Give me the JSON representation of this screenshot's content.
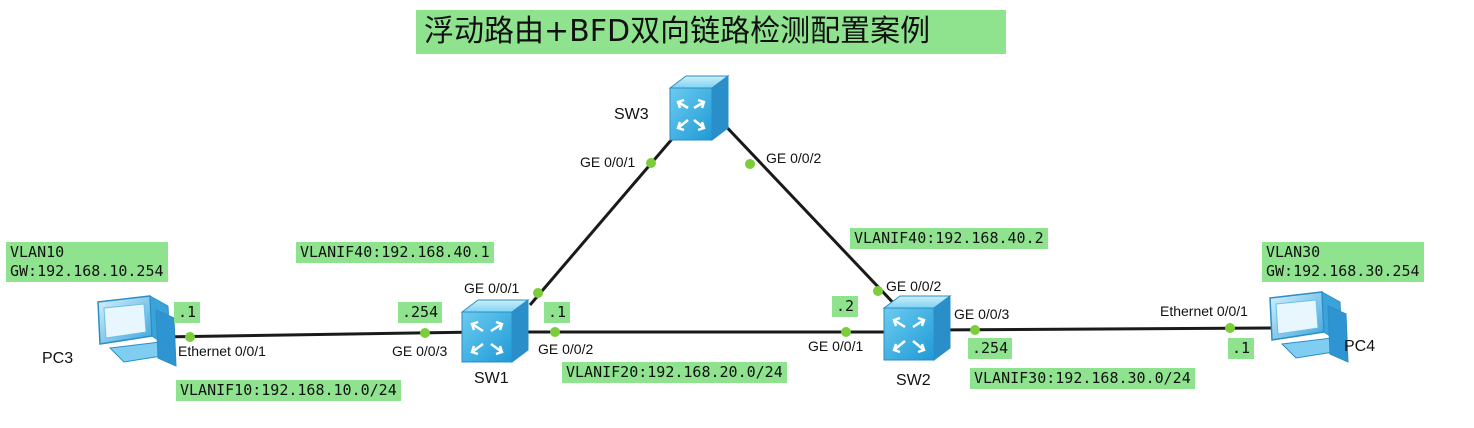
{
  "title": "浮动路由+BFD双向链路检测配置案例",
  "devices": {
    "sw1": "SW1",
    "sw2": "SW2",
    "sw3": "SW3",
    "pc3": "PC3",
    "pc4": "PC4"
  },
  "ports": {
    "sw1_ge001": "GE 0/0/1",
    "sw1_ge002": "GE 0/0/2",
    "sw1_ge003": "GE 0/0/3",
    "sw2_ge001": "GE 0/0/1",
    "sw2_ge002": "GE 0/0/2",
    "sw2_ge003": "GE 0/0/3",
    "sw3_ge001": "GE 0/0/1",
    "sw3_ge002": "GE 0/0/2",
    "pc3_eth": "Ethernet 0/0/1",
    "pc4_eth": "Ethernet 0/0/1"
  },
  "tags": {
    "vlan10": "VLAN10\nGW:192.168.10.254",
    "vlan30": "VLAN30\nGW:192.168.30.254",
    "vlanif40_sw1": "VLANIF40:192.168.40.1",
    "vlanif40_sw2": "VLANIF40:192.168.40.2",
    "vlanif10": "VLANIF10:192.168.10.0/24",
    "vlanif20": "VLANIF20:192.168.20.0/24",
    "vlanif30": "VLANIF30:192.168.30.0/24",
    "pc3_host": ".1",
    "sw1_vlan10_host": ".254",
    "sw1_vlan20_host": ".1",
    "sw2_vlan20_host": ".2",
    "sw2_vlan30_host": ".254",
    "pc4_host": ".1"
  },
  "colors": {
    "tag_bg": "#8fe38f",
    "link": "#1a1a1a",
    "port_dot": "#7ccd3a",
    "switch_body": "#5fc4ea",
    "pc_body": "#4fb5e6"
  }
}
